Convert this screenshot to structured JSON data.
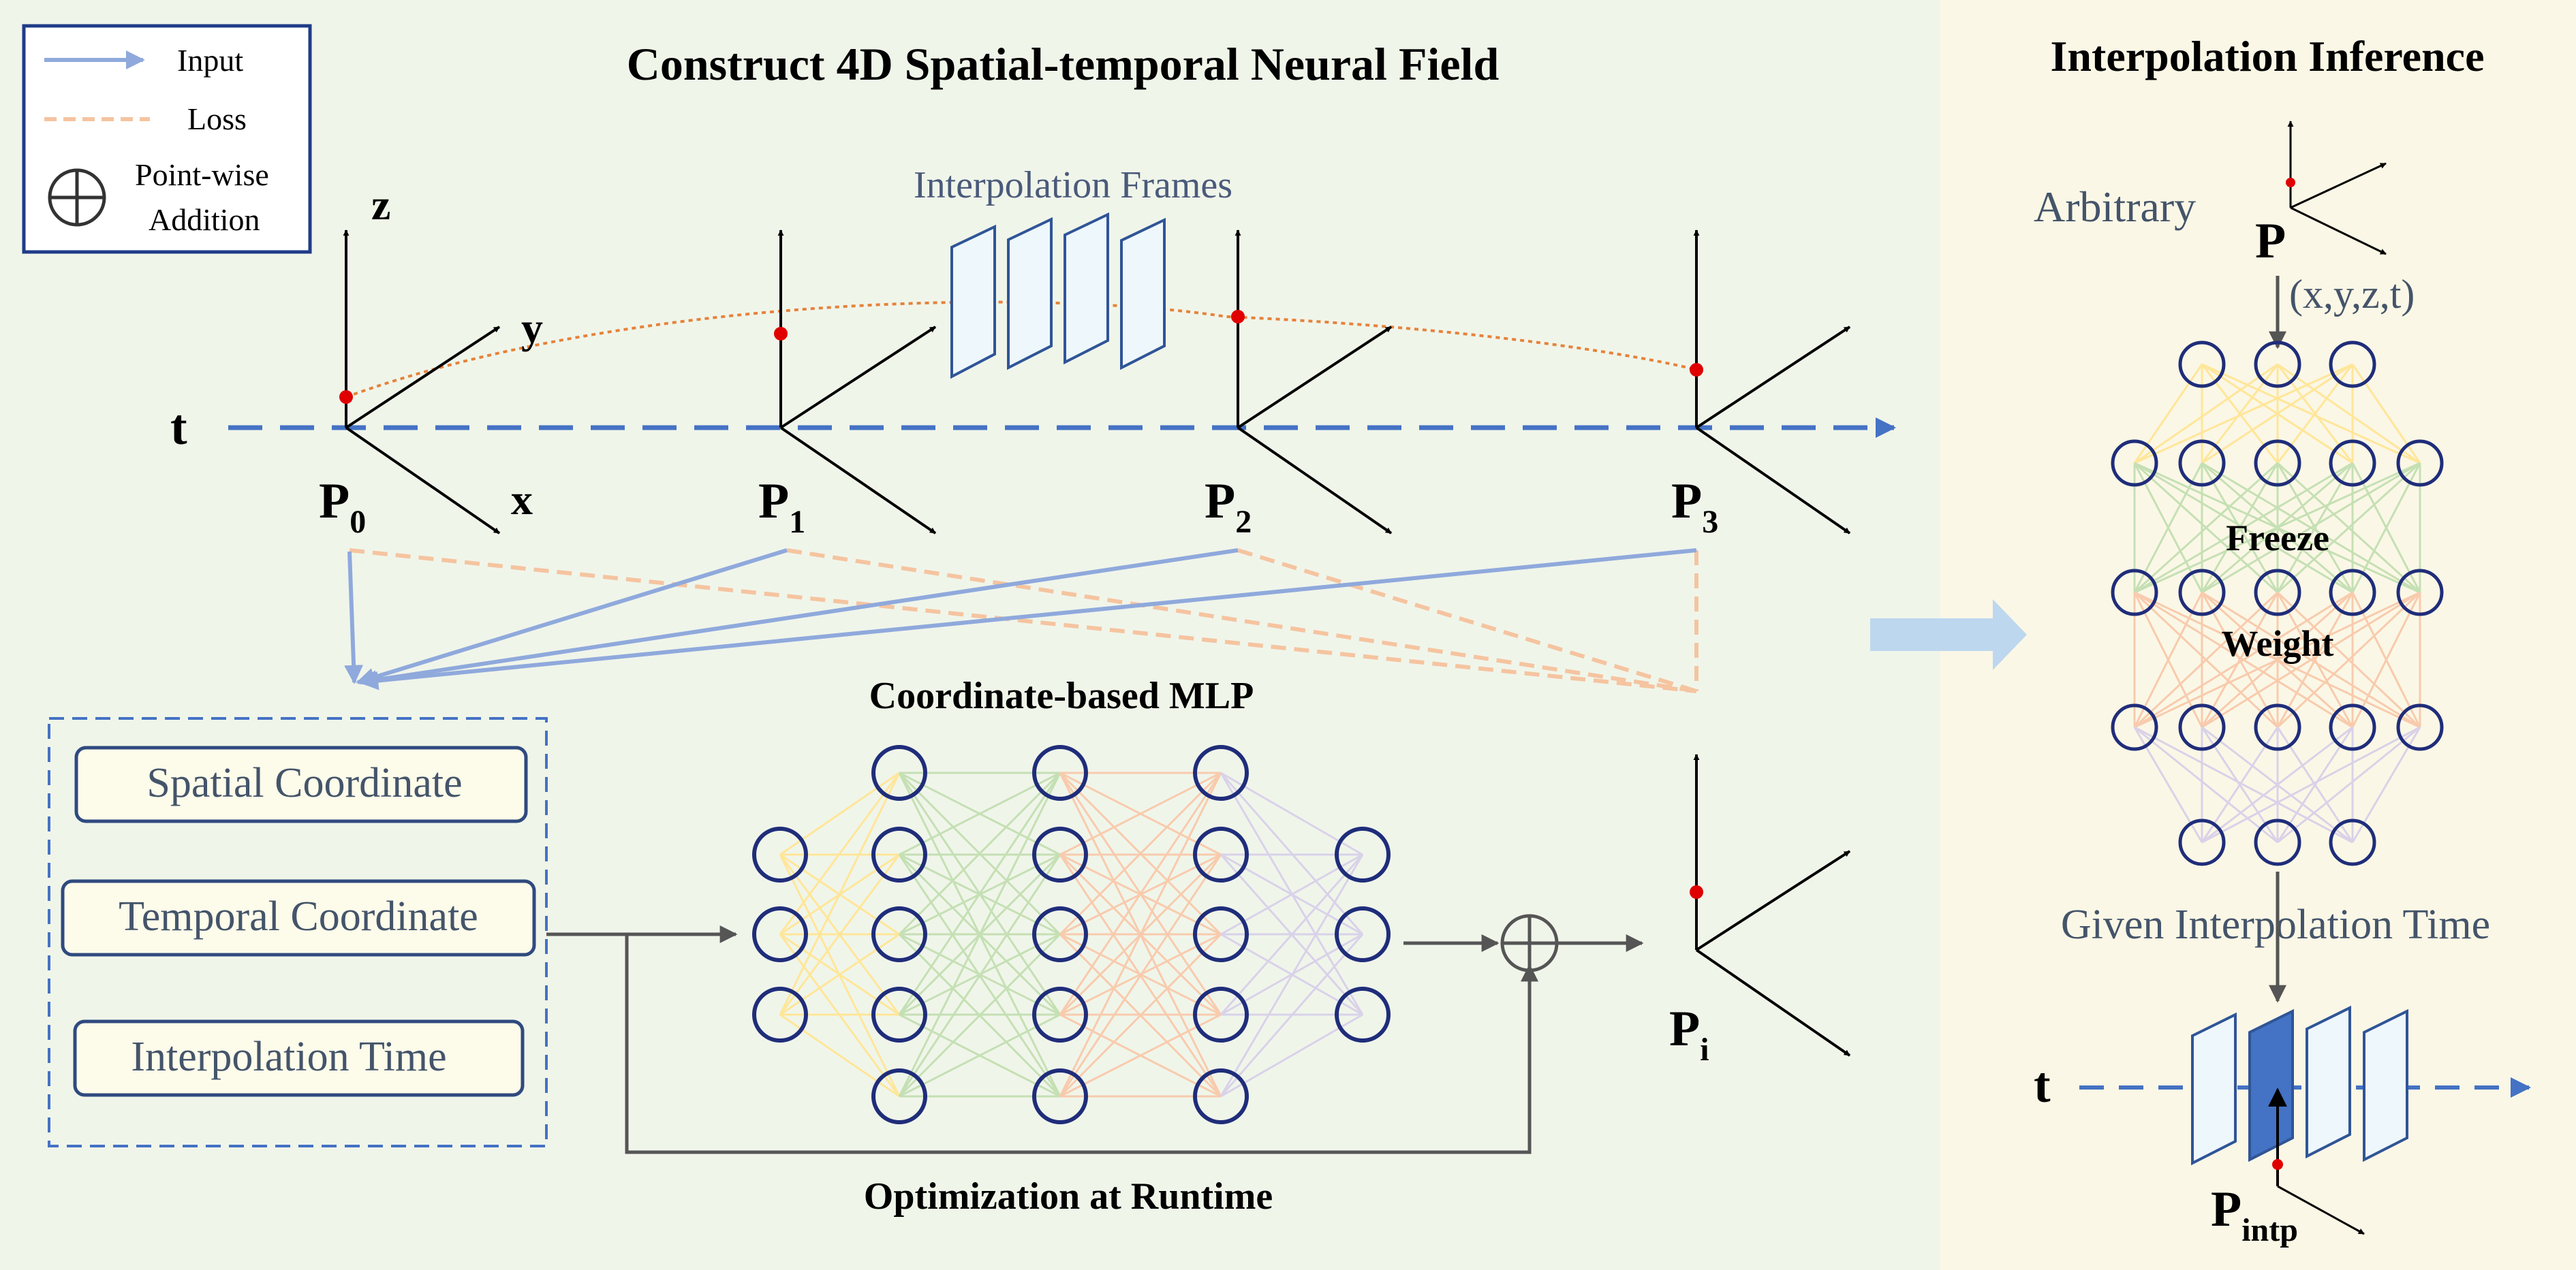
{
  "legend": {
    "input_label": "Input",
    "loss_label": "Loss",
    "addition_label_line1": "Point-wise",
    "addition_label_line2": "Addition"
  },
  "main": {
    "title": "Construct 4D Spatial-temporal  Neural Field",
    "interpolation_frames_label": "Interpolation Frames",
    "axis_t": "t",
    "axis_x": "x",
    "axis_y": "y",
    "axis_z": "z",
    "points": [
      {
        "name": "P",
        "sub": "0"
      },
      {
        "name": "P",
        "sub": "1"
      },
      {
        "name": "P",
        "sub": "2"
      },
      {
        "name": "P",
        "sub": "3"
      }
    ],
    "mlp_title": "Coordinate-based MLP",
    "inputs": [
      "Spatial Coordinate",
      "Temporal Coordinate",
      "Interpolation Time"
    ],
    "output_point": {
      "name": "P",
      "sub": "i"
    },
    "optimization_label": "Optimization at Runtime"
  },
  "side": {
    "title": "Interpolation Inference",
    "arbitrary_label": "Arbitrary",
    "point_label": "P",
    "coord_label": "(x,y,z,t)",
    "freeze_label": "Freeze",
    "weight_label": "Weight",
    "given_time_label": "Given Interpolation Time",
    "axis_t": "t",
    "intp_point": {
      "name": "P",
      "sub": "intp"
    }
  },
  "colors": {
    "left_background": "#f0f5ea",
    "right_background": "#fbf7e6",
    "input_arrow": "#8fa9dc",
    "loss_line": "#f5c4a0",
    "axis_dashed": "#4472c4",
    "neuron_stroke": "#1f2d7a",
    "edge_yellow": "#ffe699",
    "edge_green": "#c5e0b4",
    "edge_peach": "#f8cbad",
    "edge_lavender": "#d9d2e9",
    "frame_stroke": "#2f5597",
    "frame_fill": "#eef7fb",
    "highlight_frame": "#4472c4",
    "point_red": "#e00000",
    "trajectory": "#e6823a",
    "big_arrow": "#bdd7ee"
  }
}
